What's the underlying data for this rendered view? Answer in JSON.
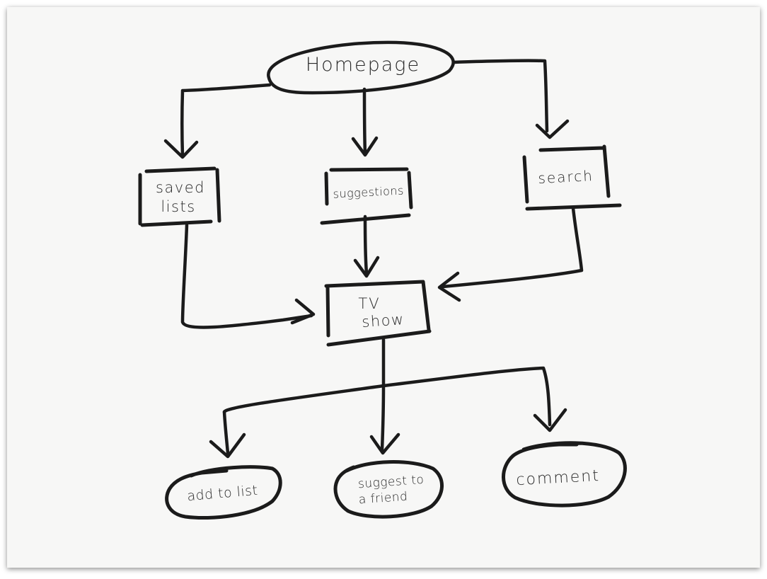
{
  "diagram": {
    "nodes": {
      "homepage": {
        "label": "Homepage"
      },
      "saved_lists": {
        "label_line1": "saved",
        "label_line2": "lists"
      },
      "suggestions": {
        "label": "suggestions"
      },
      "search": {
        "label": "search"
      },
      "tv_show": {
        "label_line1": "TV",
        "label_line2": "show"
      },
      "add_to_list": {
        "label": "add to list"
      },
      "suggest_to_friend": {
        "label_line1": "suggest to",
        "label_line2": "a friend"
      },
      "comment": {
        "label": "comment"
      }
    },
    "edges": [
      {
        "from": "Homepage",
        "to": "saved lists"
      },
      {
        "from": "Homepage",
        "to": "suggestions"
      },
      {
        "from": "Homepage",
        "to": "search"
      },
      {
        "from": "saved lists",
        "to": "TV show"
      },
      {
        "from": "suggestions",
        "to": "TV show"
      },
      {
        "from": "search",
        "to": "TV show"
      },
      {
        "from": "TV show",
        "to": "add to list"
      },
      {
        "from": "TV show",
        "to": "suggest to a friend"
      },
      {
        "from": "TV show",
        "to": "comment"
      }
    ],
    "colors": {
      "ink": "#1b1b1b",
      "paper": "#f7f7f6"
    }
  }
}
